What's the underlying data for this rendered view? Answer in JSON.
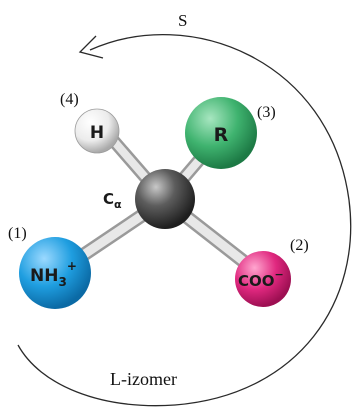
{
  "diagram": {
    "rotation_label": "S",
    "center_label": "C",
    "center_subscript": "α",
    "name_label": "L-izomer",
    "groups": [
      {
        "id": "h",
        "label": "H",
        "priority": "(4)",
        "color": "#ececec"
      },
      {
        "id": "r",
        "label": "R",
        "priority": "(3)",
        "color": "#3fb36f"
      },
      {
        "id": "nh3",
        "label": "NH",
        "sub": "3",
        "sup": "+",
        "priority": "(1)",
        "color": "#1f9ee0"
      },
      {
        "id": "coo",
        "label": "COO",
        "sup": "−",
        "priority": "(2)",
        "color": "#e0287f"
      }
    ]
  }
}
